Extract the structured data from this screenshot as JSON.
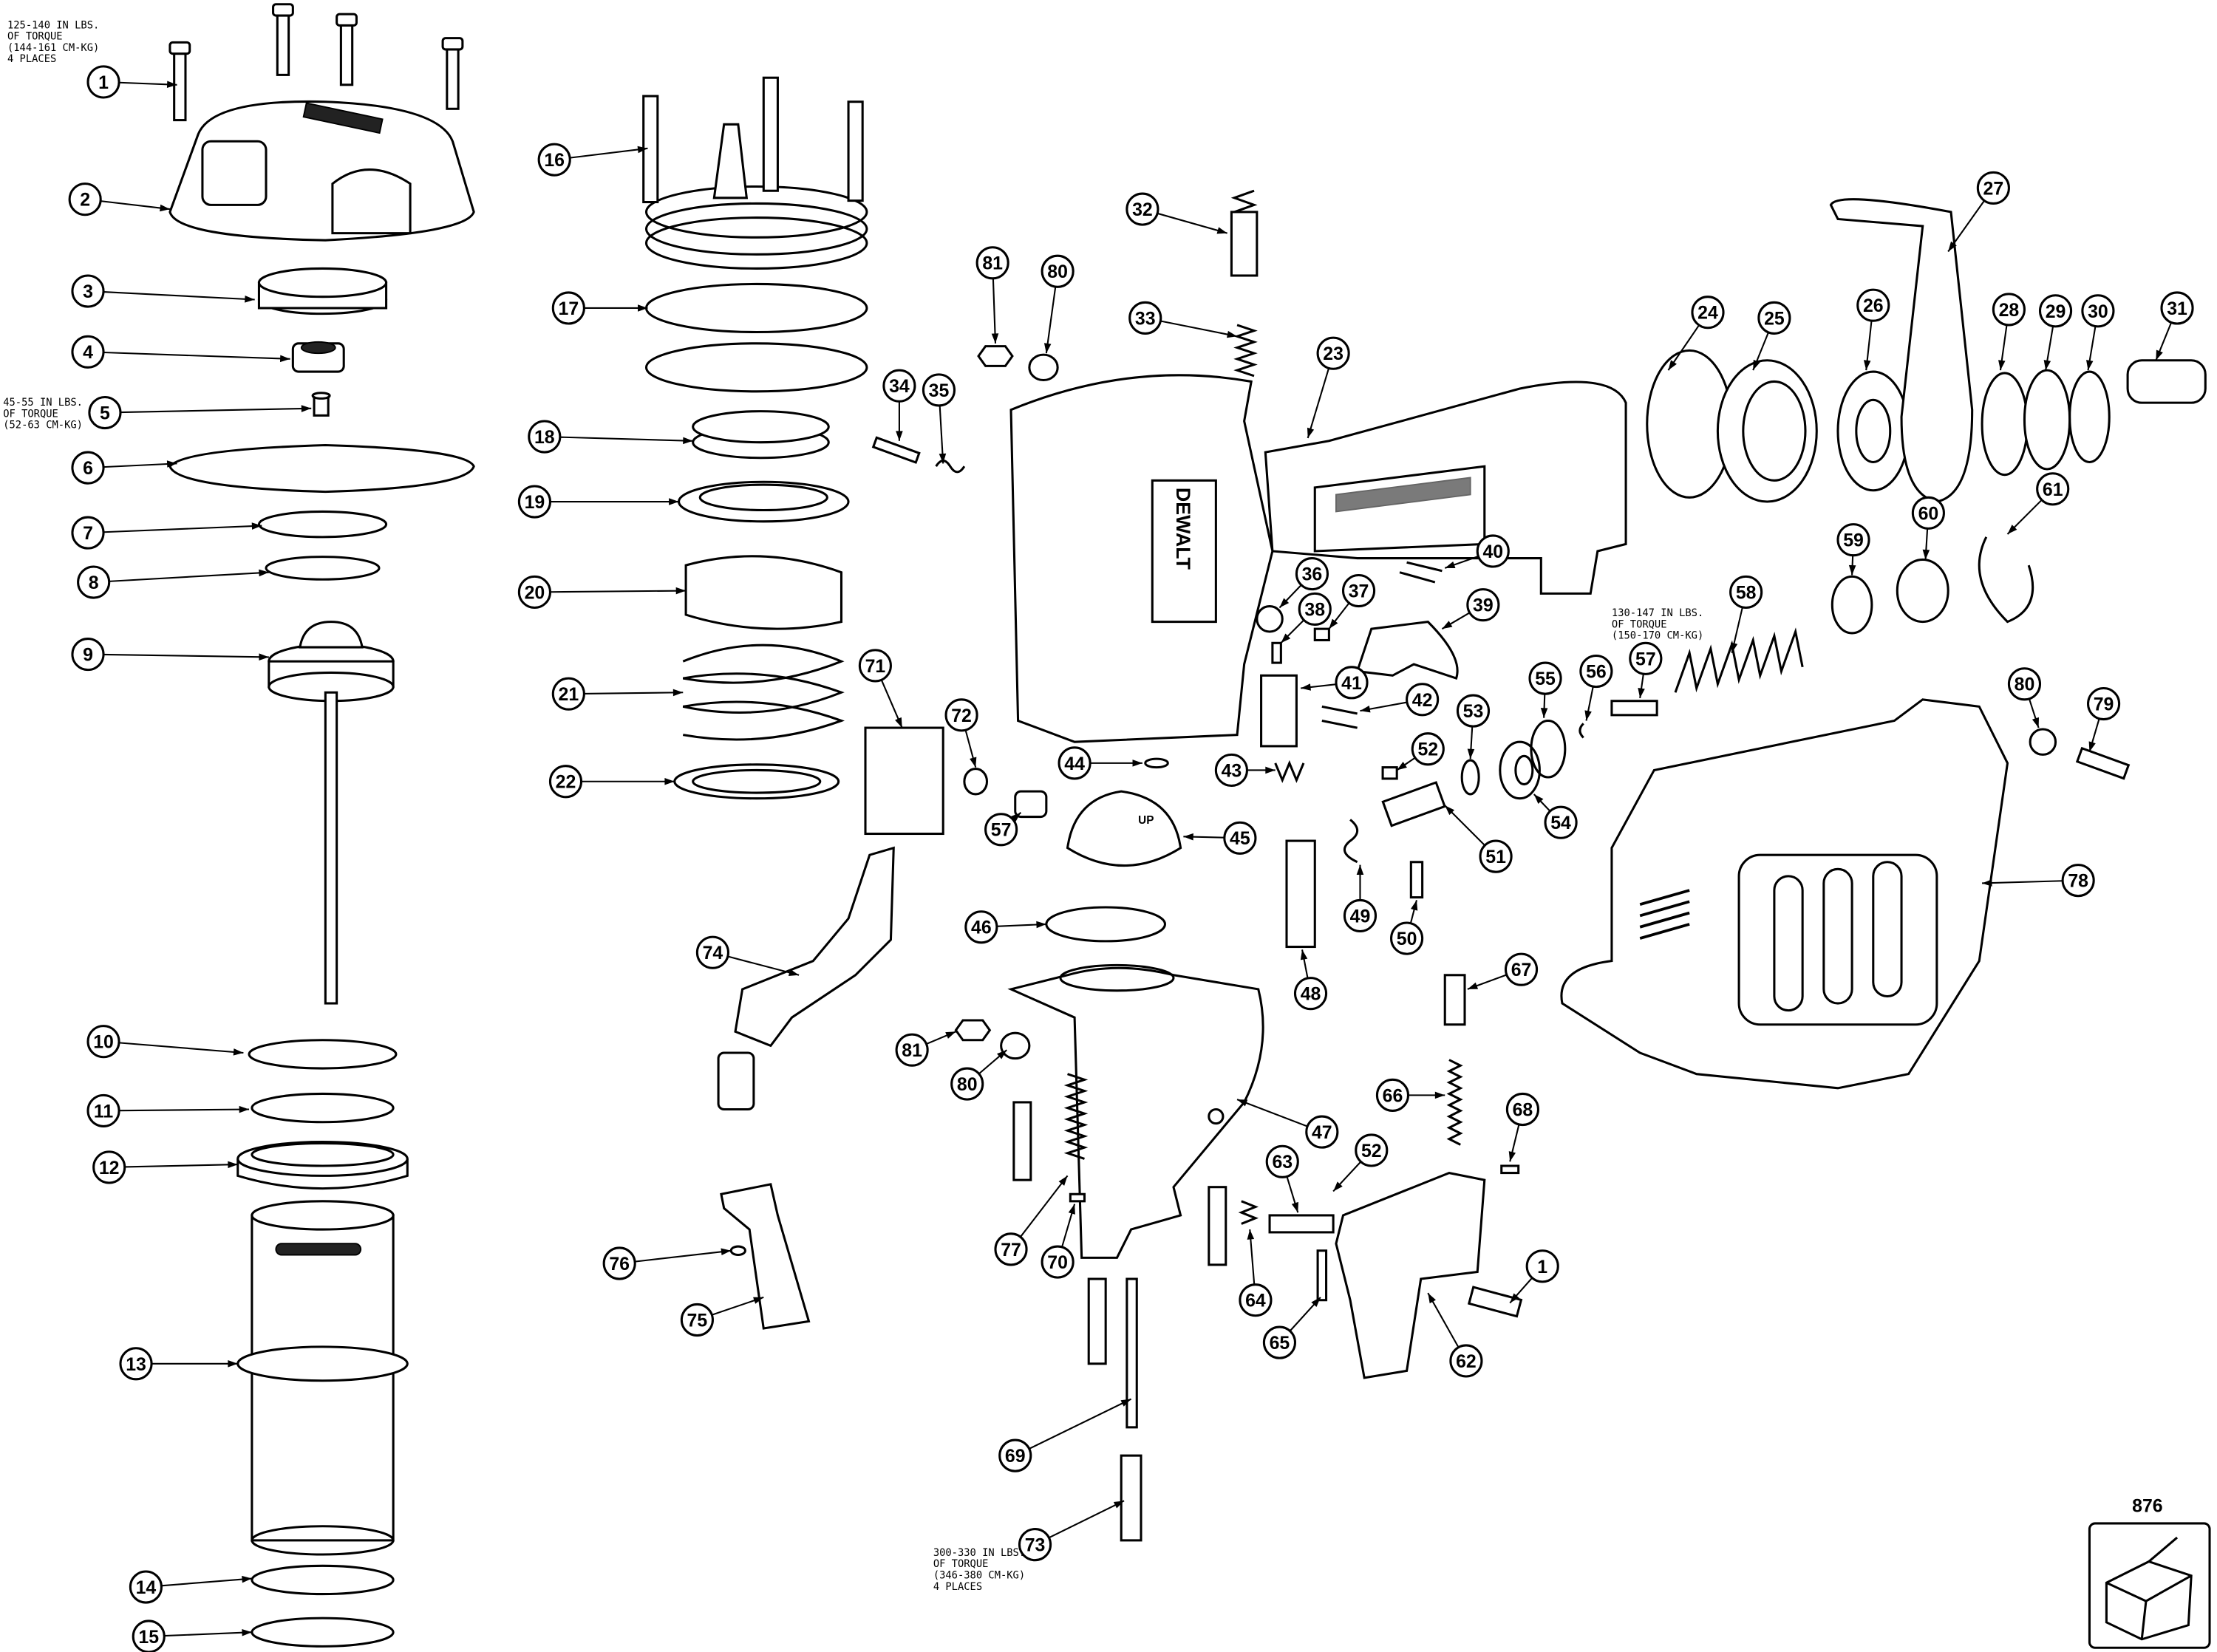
{
  "title": "Coil nailer exploded parts diagram",
  "callouts": [
    "1",
    "2",
    "3",
    "4",
    "5",
    "6",
    "7",
    "8",
    "9",
    "10",
    "11",
    "12",
    "13",
    "14",
    "15",
    "16",
    "17",
    "18",
    "19",
    "20",
    "21",
    "22",
    "23",
    "24",
    "25",
    "26",
    "27",
    "28",
    "29",
    "30",
    "31",
    "32",
    "33",
    "34",
    "35",
    "36",
    "37",
    "38",
    "39",
    "40",
    "41",
    "42",
    "43",
    "44",
    "45",
    "46",
    "47",
    "48",
    "49",
    "50",
    "51",
    "52",
    "53",
    "54",
    "55",
    "56",
    "57",
    "57",
    "58",
    "59",
    "60",
    "61",
    "62",
    "63",
    "64",
    "65",
    "66",
    "67",
    "68",
    "69",
    "70",
    "71",
    "72",
    "73",
    "74",
    "75",
    "76",
    "77",
    "78",
    "79",
    "80",
    "81",
    "80",
    "80",
    "81",
    "52",
    "1"
  ],
  "torque_notes": [
    {
      "lines": [
        "125-140 IN LBS.",
        "OF TORQUE",
        "(144-161 CM-KG)",
        "4 PLACES"
      ]
    },
    {
      "lines": [
        "45-55 IN LBS.",
        "OF TORQUE",
        "(52-63 CM-KG)"
      ]
    },
    {
      "lines": [
        "130-147 IN LBS.",
        "OF TORQUE",
        "(150-170 CM-KG)"
      ]
    },
    {
      "lines": [
        "300-330 IN LBS.",
        "OF TORQUE",
        "(346-380 CM-KG)",
        "4 PLACES"
      ]
    }
  ],
  "housing_brand": "DEWALT",
  "cap_piece_mark": "UP",
  "kit": {
    "number": "876"
  }
}
